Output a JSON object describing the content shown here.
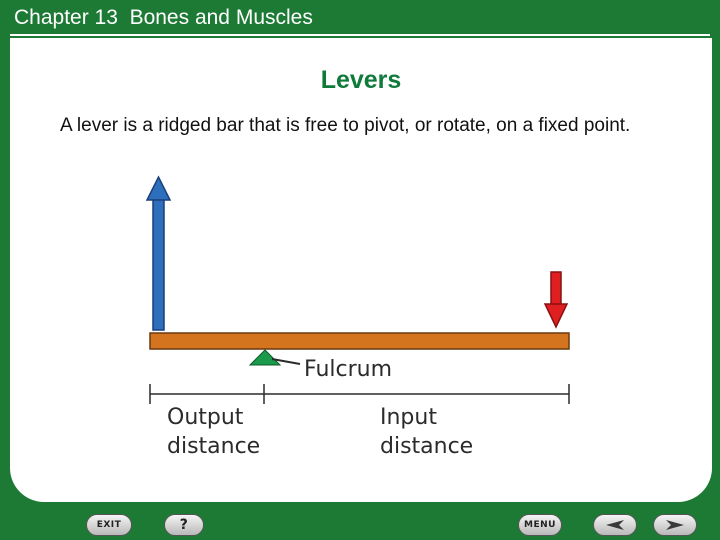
{
  "header": {
    "chapter_title": "Chapter 13  Bones and Muscles"
  },
  "slide": {
    "title": "Levers",
    "body": "A lever is a ridged bar that is free to pivot, or rotate, on a fixed point."
  },
  "diagram": {
    "labels": {
      "fulcrum": "Fulcrum",
      "output_line1": "Output",
      "output_line2": "distance",
      "input_line1": "Input",
      "input_line2": "distance"
    },
    "colors": {
      "lever": "#d4741e",
      "output_arrow": "#2e6fbd",
      "input_arrow": "#e02020",
      "fulcrum": "#1a9a4a"
    }
  },
  "footer": {
    "exit_label": "EXIT",
    "help_label": "?",
    "menu_label": "MENU",
    "prev_icon": "left-arrow-icon",
    "next_icon": "right-arrow-icon"
  },
  "theme": {
    "frame_green": "#1d7a35",
    "title_green": "#0f7a3a"
  }
}
